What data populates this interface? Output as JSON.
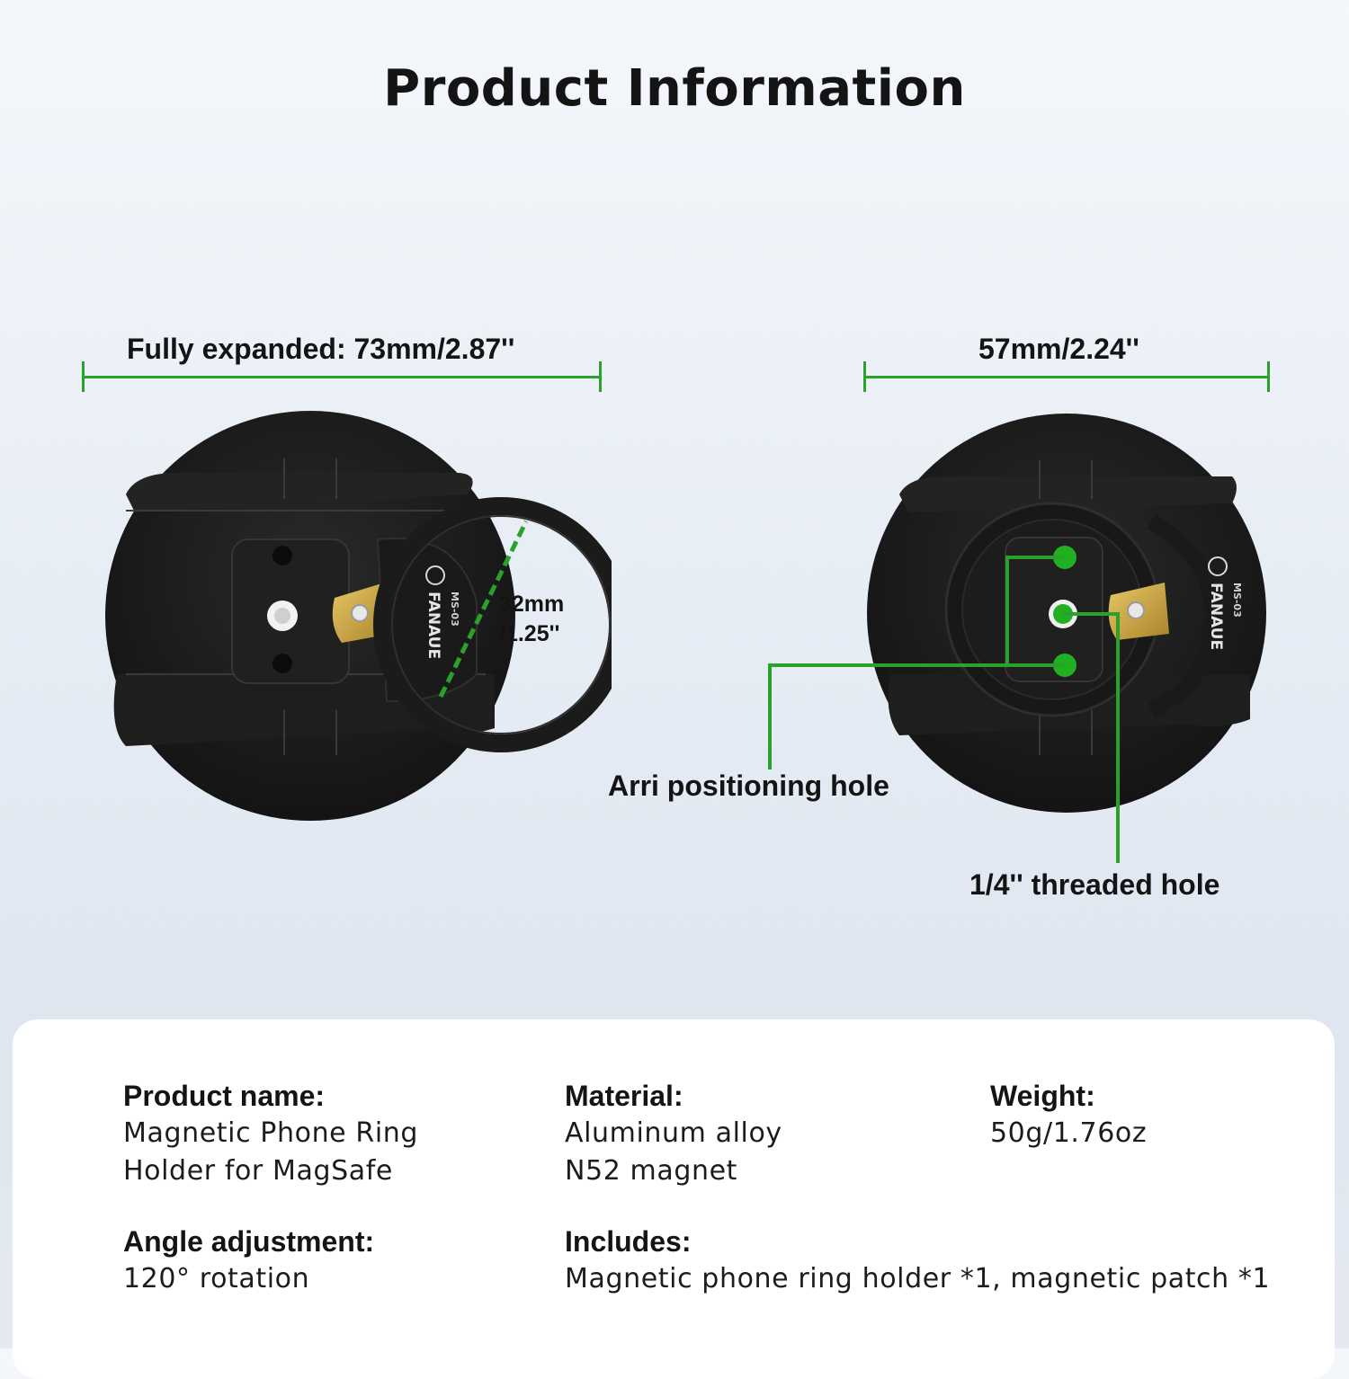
{
  "title": "Product Information",
  "dimensions": {
    "expanded": "Fully expanded: 73mm/2.87''",
    "closed": "57mm/2.24''",
    "ring_line1": "32mm",
    "ring_line2": "/1.25''"
  },
  "callouts": {
    "arri": "Arri positioning hole",
    "threaded": "1/4'' threaded hole"
  },
  "device": {
    "brand": "FANAUE",
    "model": "MS-03"
  },
  "colors": {
    "accent_green": "#2aa12a",
    "body_black": "#1c1c1c",
    "brass": "#c9a53a"
  },
  "specs": {
    "product_name": {
      "label": "Product name:",
      "line1": "Magnetic Phone Ring",
      "line2": "Holder for MagSafe"
    },
    "material": {
      "label": "Material:",
      "line1": "Aluminum alloy",
      "line2": "N52 magnet"
    },
    "weight": {
      "label": "Weight:",
      "line1": "50g/1.76oz"
    },
    "angle": {
      "label": "Angle adjustment:",
      "line1": "120° rotation"
    },
    "includes": {
      "label": "Includes:",
      "line1": "Magnetic phone ring holder *1, magnetic patch *1"
    }
  }
}
